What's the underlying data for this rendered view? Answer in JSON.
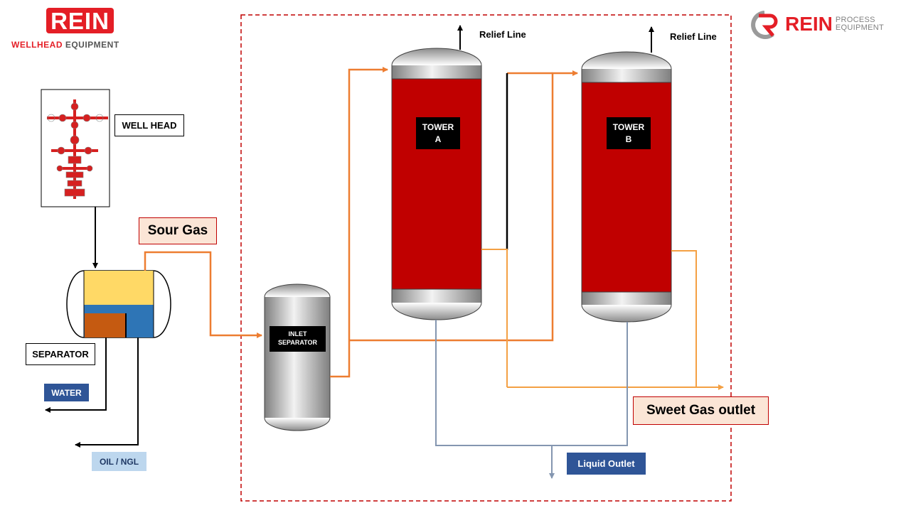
{
  "logos": {
    "left": {
      "brand": "REIN",
      "subtitle_part1": "WELLHEAD",
      "subtitle_part2": "EQUIPMENT"
    },
    "right": {
      "brand": "REIN",
      "subtitle_line1": "PROCESS",
      "subtitle_line2": "EQUIPMENT"
    }
  },
  "labels": {
    "wellhead": "WELL HEAD",
    "sour_gas": "Sour Gas",
    "separator": "SEPARATOR",
    "water": "WATER",
    "oil_ngl": "OIL / NGL",
    "inlet_separator_line1": "INLET",
    "inlet_separator_line2": "SEPARATOR",
    "tower_a_line1": "TOWER",
    "tower_a_line2": "A",
    "tower_b_line1": "TOWER",
    "tower_b_line2": "B",
    "relief_line_a": "Relief Line",
    "relief_line_b": "Relief Line",
    "sweet_gas_outlet": "Sweet Gas outlet",
    "liquid_outlet": "Liquid Outlet"
  },
  "colors": {
    "tower_body": "#c00000",
    "gas_line": "#ed7d31",
    "sweet_gas_line": "#f4a043",
    "liquid_line": "#8496b0",
    "boundary": "#c00000",
    "separator_gas": "#ffd966",
    "separator_water": "#2e75b6",
    "separator_oil": "#c55a11",
    "brand_red": "#e41e26"
  }
}
